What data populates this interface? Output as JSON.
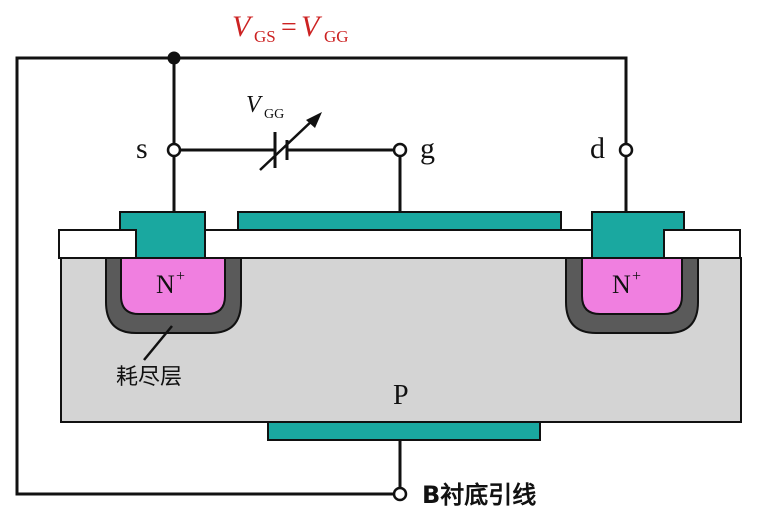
{
  "equation": {
    "lhs_var": "V",
    "lhs_sub": "GS",
    "eq": "=",
    "rhs_var": "V",
    "rhs_sub": "GG"
  },
  "battery_label": {
    "var": "V",
    "sub": "GG"
  },
  "terminals": {
    "source": "s",
    "gate": "g",
    "drain": "d"
  },
  "regions": {
    "source_doping": {
      "base": "N",
      "sup": "+"
    },
    "drain_doping": {
      "base": "N",
      "sup": "+"
    },
    "depletion_layer": "耗尽层",
    "substrate": "P"
  },
  "substrate_lead": "B衬底引线",
  "colors": {
    "equation_text": "#cc2222",
    "metal": "#1aa8a0",
    "n_plus": "#f07fe0",
    "depletion": "#5a5a5a",
    "substrate": "#d4d4d4"
  }
}
